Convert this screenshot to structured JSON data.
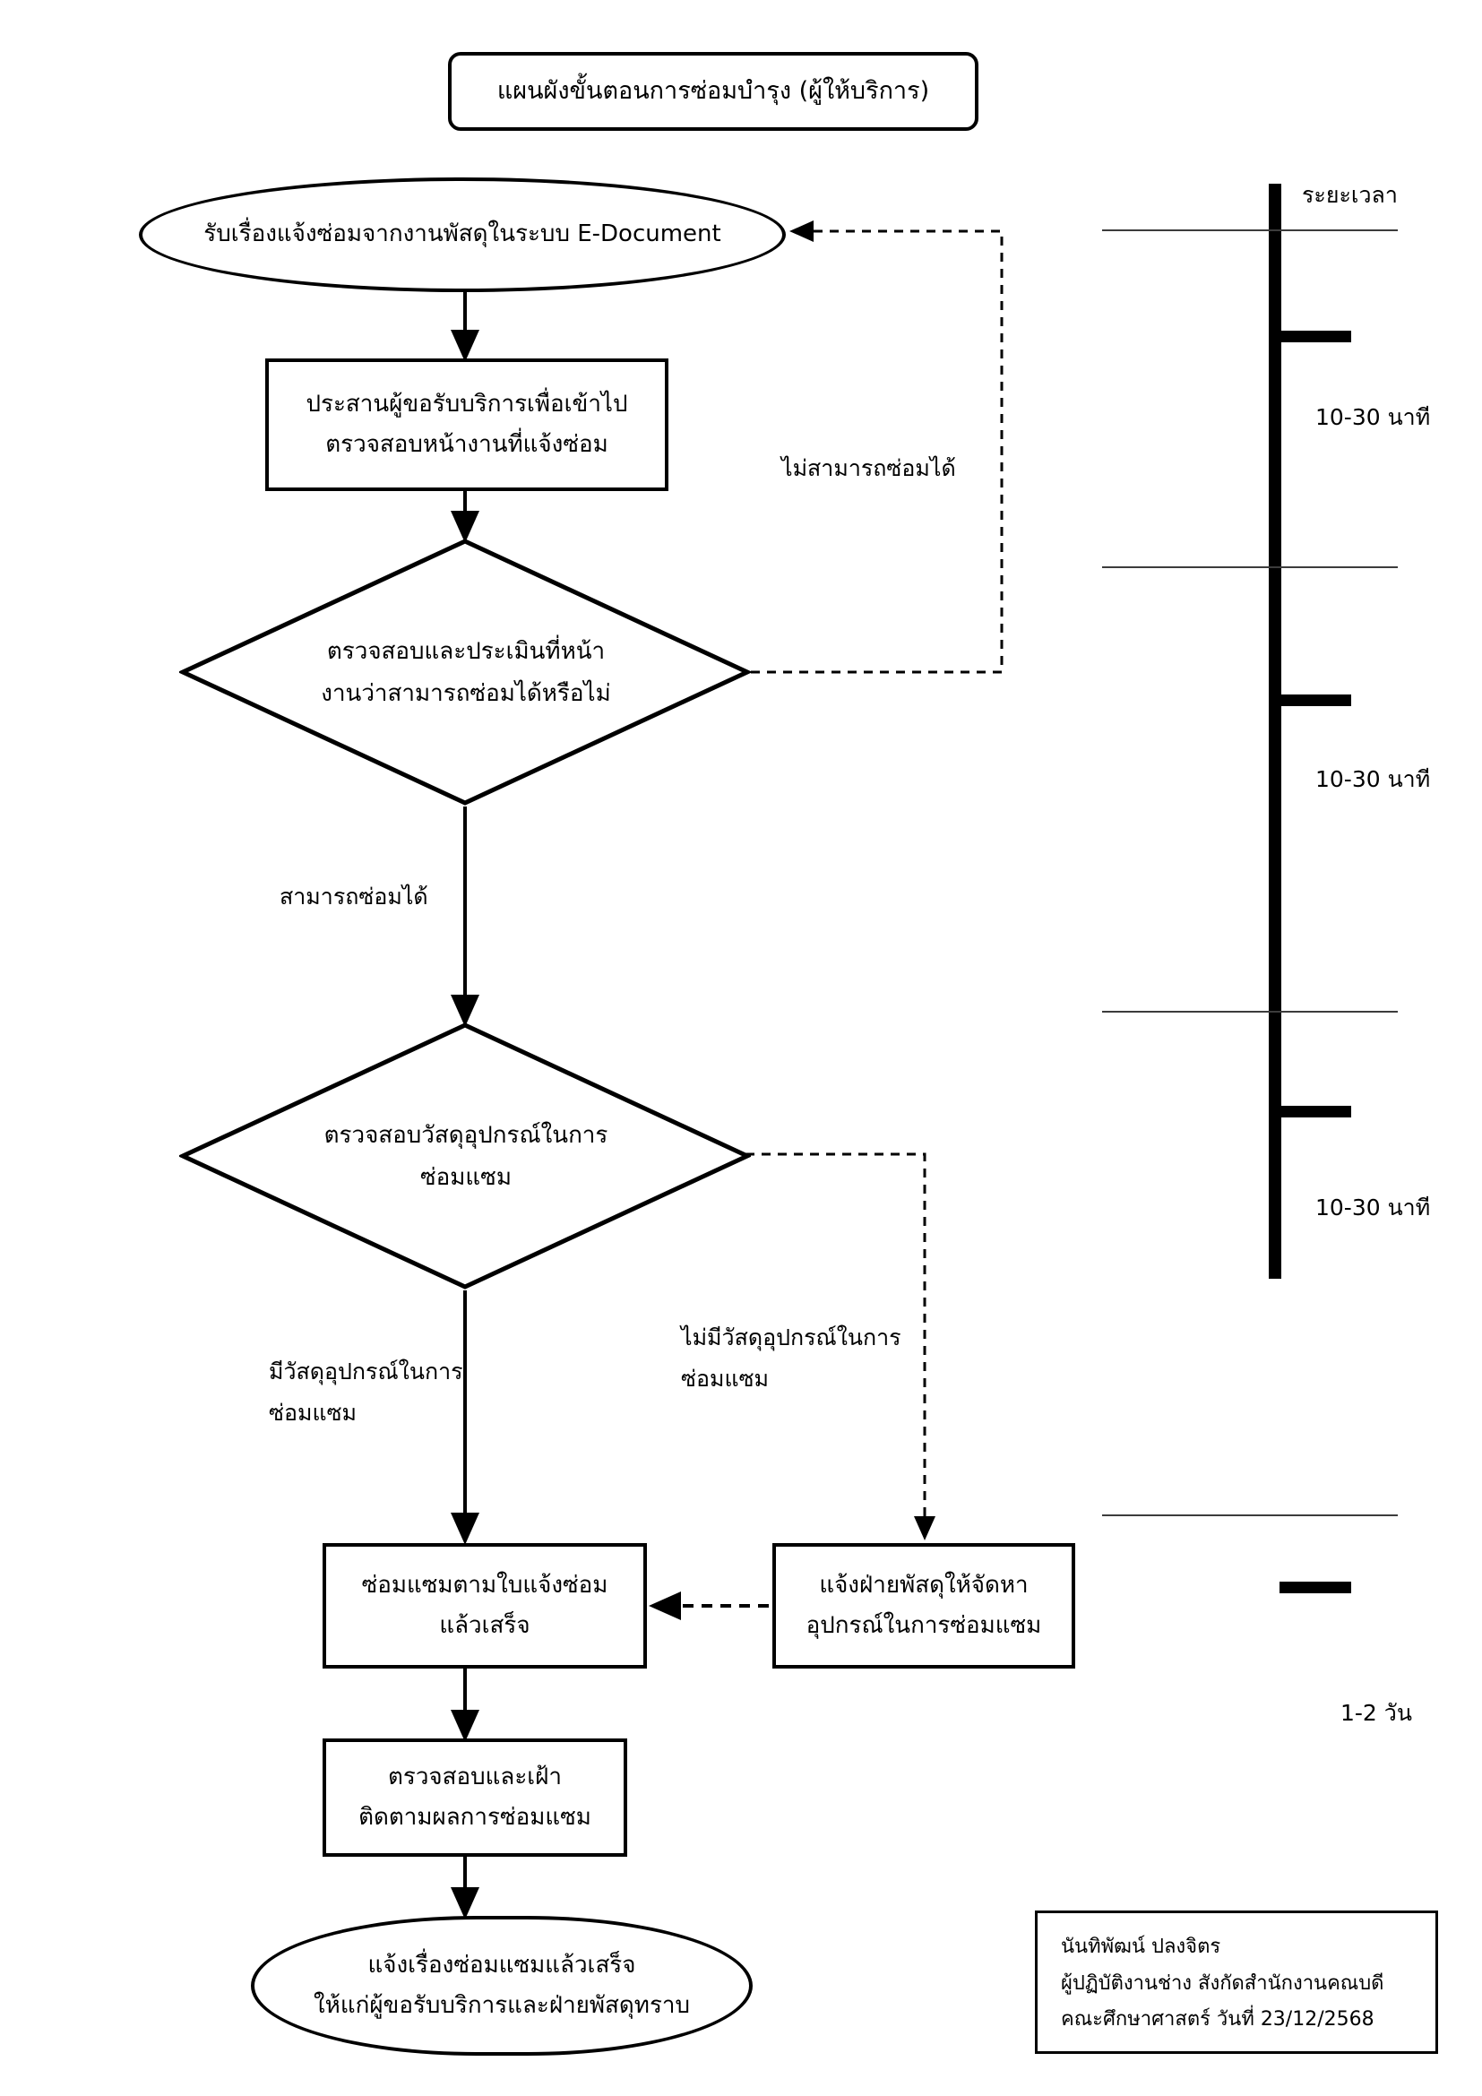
{
  "title": "แผนผังขั้นตอนการซ่อมบำรุง (ผู้ให้บริการ)",
  "flow": {
    "start": "รับเรื่องแจ้งซ่อมจากงานพัสดุในระบบ E-Document",
    "coordinate_l1": "ประสานผู้ขอรับบริการเพื่อเข้าไป",
    "coordinate_l2": "ตรวจสอบหน้างานที่แจ้งซ่อม",
    "decision1_l1": "ตรวจสอบและประเมินที่หน้า",
    "decision1_l2": "งานว่าสามารถซ่อมได้หรือไม่",
    "decision2_l1": "ตรวจสอบวัสดุอุปกรณ์ในการ",
    "decision2_l2": "ซ่อมแซม",
    "repair_l1": "ซ่อมแซมตามใบแจ้งซ่อม",
    "repair_l2": "แล้วเสร็จ",
    "inform_supply_l1": "แจ้งฝ่ายพัสดุให้จัดหา",
    "inform_supply_l2": "อุปกรณ์ในการซ่อมแซม",
    "monitor_l1": "ตรวจสอบและเฝ้า",
    "monitor_l2": "ติดตามผลการซ่อมแซม",
    "end_l1": "แจ้งเรื่องซ่อมแซมแล้วเสร็จ",
    "end_l2": "ให้แก่ผู้ขอรับบริการและฝ่ายพัสดุทราบ"
  },
  "edge_labels": {
    "cannot_repair": "ไม่สามารถซ่อมได้",
    "can_repair": "สามารถซ่อมได้",
    "has_parts": "มีวัสดุอุปกรณ์ในการ\nซ่อมแซม",
    "no_parts": "ไม่มีวัสดุอุปกรณ์ในการ\nซ่อมแซม"
  },
  "timeline": {
    "header": "ระยะเวลา",
    "durations": [
      "10-30 นาที",
      "10-30 นาที",
      "10-30 นาที",
      "1-2 วัน"
    ]
  },
  "signature": {
    "name": "นันทิพัฒน์ ปลงจิตร",
    "position": "ผู้ปฏิบัติงานช่าง สังกัดสำนักงานคณบดี",
    "faculty_date": "คณะศึกษาศาสตร์ วันที่ 23/12/2568"
  }
}
